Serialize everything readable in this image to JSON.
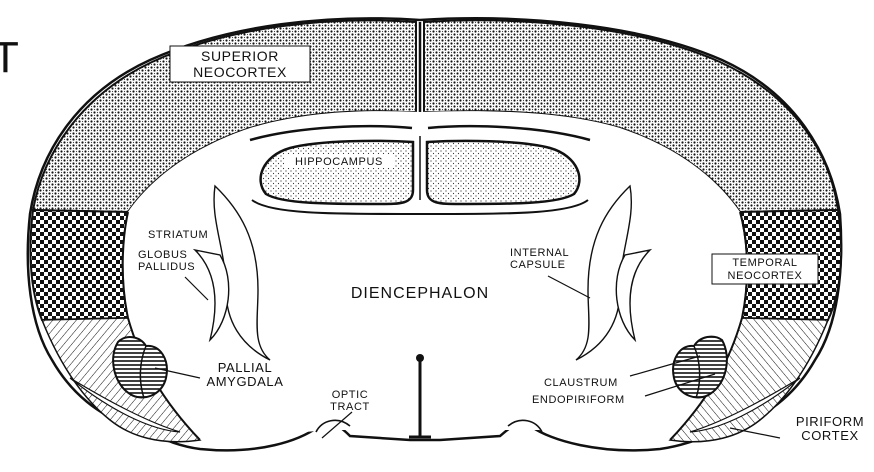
{
  "diagram": {
    "edge_letter": "T",
    "labels": {
      "superior_neocortex": [
        "SUPERIOR",
        "NEOCORTEX"
      ],
      "hippocampus": "HIPPOCAMPUS",
      "striatum": "STRIATUM",
      "globus_pallidus": [
        "GLOBUS",
        "PALLIDUS"
      ],
      "internal_capsule": [
        "INTERNAL",
        "CAPSULE"
      ],
      "temporal_neocortex": [
        "TEMPORAL",
        "NEOCORTEX"
      ],
      "diencephalon": "DIENCEPHALON",
      "pallial_amygdala": [
        "PALLIAL",
        "AMYGDALA"
      ],
      "optic_tract": [
        "OPTIC",
        "TRACT"
      ],
      "claustrum": "CLAUSTRUM",
      "endopiriform": "ENDOPIRIFORM",
      "piriform_cortex": [
        "PIRIFORM",
        "CORTEX"
      ]
    }
  }
}
